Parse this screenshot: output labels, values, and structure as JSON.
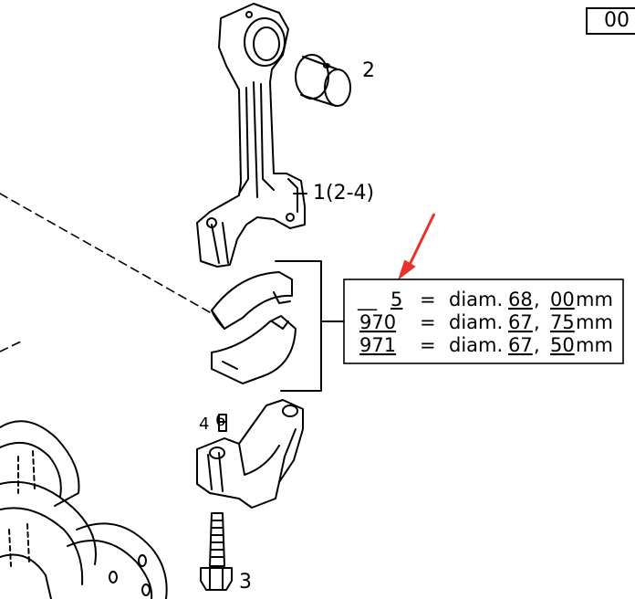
{
  "page_box": "00",
  "callouts": {
    "rod": "1(2-4)",
    "bushing": "2",
    "bolt": "3",
    "pin": "4",
    "pin_variant": "6"
  },
  "bearing_table": {
    "rows": [
      {
        "code": "5",
        "prefix": "__",
        "eq": "=",
        "text": "diam.",
        "int": "68",
        "sep": ",",
        "dec": "00",
        "unit": "mm"
      },
      {
        "code": "970",
        "prefix": "",
        "eq": "=",
        "text": "diam.",
        "int": "67",
        "sep": ",",
        "dec": "75",
        "unit": "mm"
      },
      {
        "code": "971",
        "prefix": "",
        "eq": "=",
        "text": "diam.",
        "int": "67",
        "sep": ",",
        "dec": "50",
        "unit": "mm"
      }
    ]
  },
  "colors": {
    "line": "#000000",
    "annotation_arrow": "#e8322b"
  }
}
